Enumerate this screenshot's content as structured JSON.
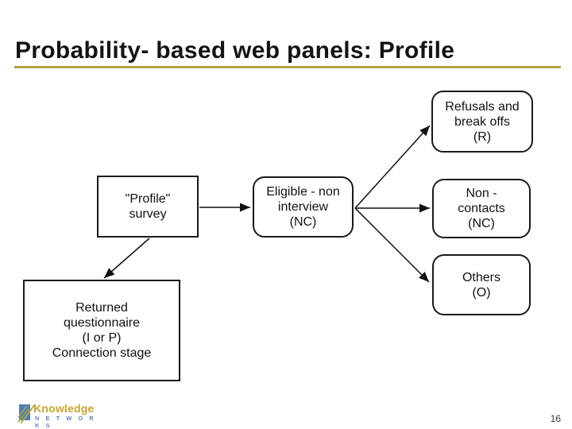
{
  "slide": {
    "title": "Probability- based web panels: Profile",
    "page_number": "16",
    "accent_underline_color": "#AFA33C"
  },
  "diagram": {
    "boxes": {
      "profile": {
        "text": "\"Profile\"\nsurvey",
        "shape": "rectangle"
      },
      "eligible": {
        "text": "Eligible - non\ninterview\n(NC)",
        "shape": "rounded"
      },
      "refusals": {
        "text": "Refusals and\nbreak offs\n(R)",
        "shape": "rounded"
      },
      "non_contacts": {
        "text": "Non -\ncontacts\n(NC)",
        "shape": "rounded"
      },
      "others": {
        "text": "Others\n(O)",
        "shape": "rounded"
      },
      "returned": {
        "text": "Returned\nquestionnaire\n(I or P)\nConnection stage",
        "shape": "rectangle"
      }
    },
    "arrow_color": "#111111"
  },
  "logo": {
    "name": "Knowledge",
    "subname": "N E T W O R K S",
    "gold_color": "#C7A42F",
    "blue_color": "#5C86C0"
  }
}
